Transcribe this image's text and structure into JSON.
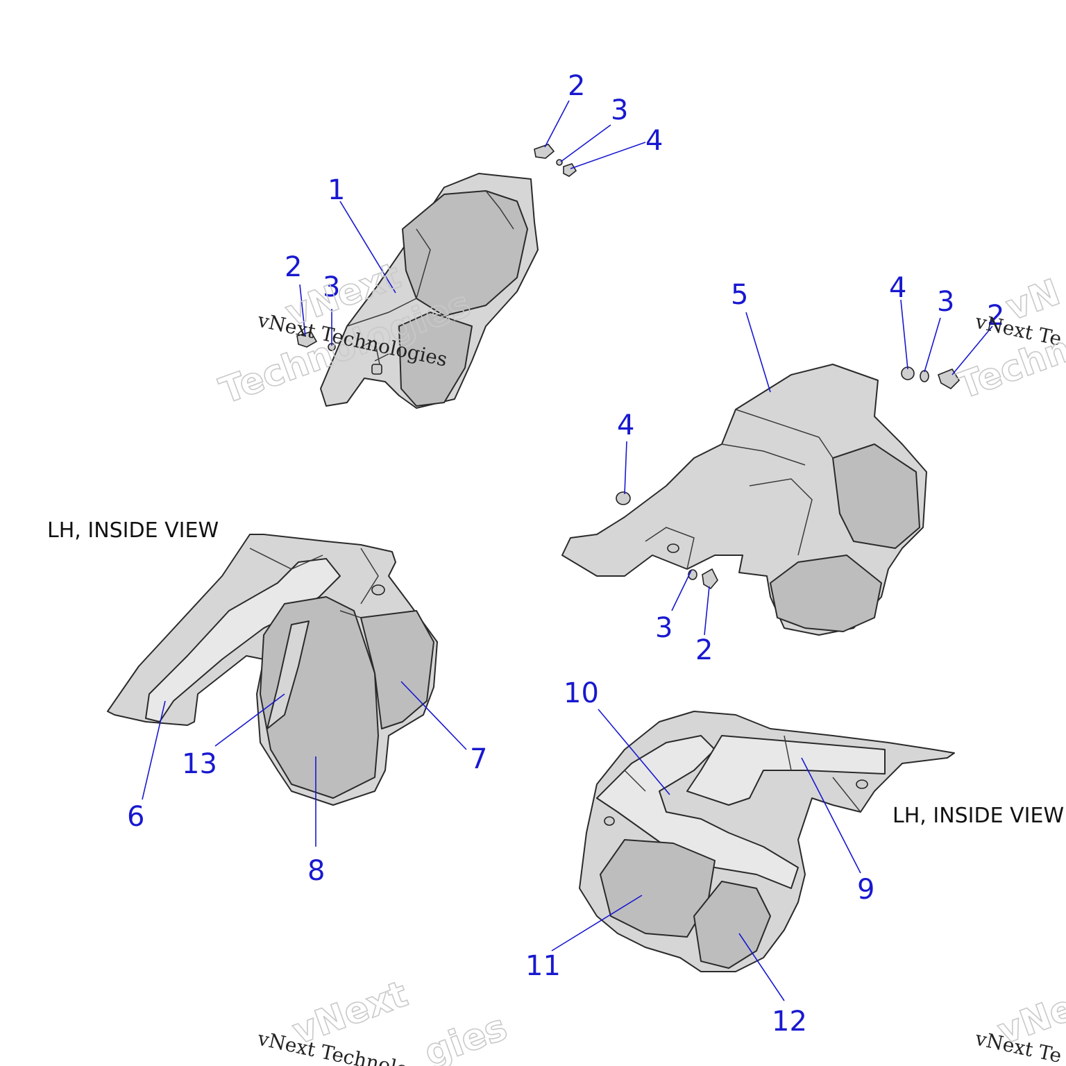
{
  "labels": {
    "view_lh_1": "LH, INSIDE VIEW",
    "view_lh_2": "LH, INSIDE VIEW"
  },
  "callouts": {
    "c1": "1",
    "c2a": "2",
    "c3a": "3",
    "c4a": "4",
    "c2b": "2",
    "c3b": "3",
    "c5": "5",
    "c4c": "4",
    "c3c": "3",
    "c2c": "2",
    "c4d": "4",
    "c3d": "3",
    "c2d": "2",
    "c6": "6",
    "c7": "7",
    "c8": "8",
    "c13": "13",
    "c9": "9",
    "c10": "10",
    "c11": "11",
    "c12": "12"
  },
  "watermark": {
    "brand": "vNext",
    "line": "vNext Technologies",
    "word": "Technologies",
    "partial_1": "vNext Te",
    "partial_2": "Techno",
    "partial_3": "vN",
    "partial_4": "vNext Technolo",
    "partial_5": "gies",
    "partial_6": "vNext Te",
    "partial_7": "vNe"
  },
  "colors": {
    "callout": "#1818d0",
    "part_fill": "#d6d6d6",
    "outline": "#2a2a2a"
  }
}
